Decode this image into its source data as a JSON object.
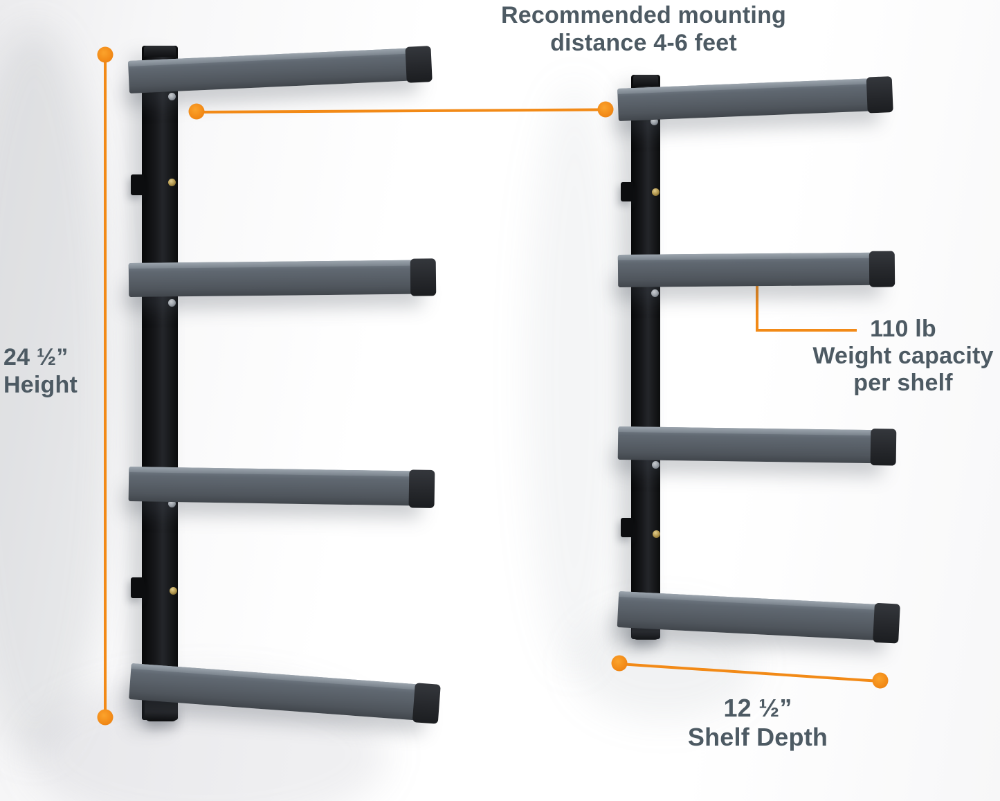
{
  "annotations": {
    "mounting": {
      "line1": "Recommended mounting",
      "line2": "distance 4-6 feet"
    },
    "height": {
      "value": "24 ½”",
      "label": "Height"
    },
    "capacity": {
      "value": "110 lb",
      "line2": "Weight capacity",
      "line3": "per shelf"
    },
    "depth": {
      "value": "12 ½”",
      "label": "Shelf Depth"
    }
  },
  "product": {
    "racks_shown": 2,
    "shelves_per_rack": 4
  },
  "colors": {
    "accent_orange": "#F28A17",
    "label_text": "#4D5A63",
    "shelf_gray": "#5C646C",
    "post_black": "#121315"
  }
}
